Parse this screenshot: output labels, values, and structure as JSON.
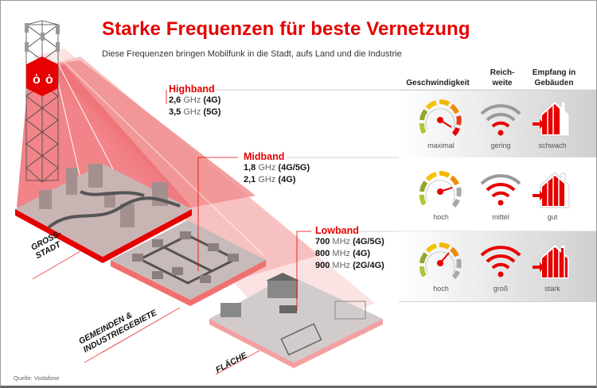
{
  "header": {
    "title": "Starke Frequenzen für beste Vernetzung",
    "subtitle": "Diese Frequenzen bringen Mobilfunk in die Stadt, aufs Land und die Industrie"
  },
  "columns": {
    "speed": "Geschwindigkeit",
    "range_1": "Reich-",
    "range_2": "weite",
    "indoor_1": "Empfang in",
    "indoor_2": "Gebäuden"
  },
  "bands": [
    {
      "name": "Highband",
      "frequencies": [
        {
          "value": "2,6",
          "unit": "GHz",
          "gen": "(4G)"
        },
        {
          "value": "3,5",
          "unit": "GHz",
          "gen": "(5G)"
        }
      ],
      "speed": "maximal",
      "range": "gering",
      "indoor": "schwach"
    },
    {
      "name": "Midband",
      "frequencies": [
        {
          "value": "1,8",
          "unit": "GHz",
          "gen": "(4G/5G)"
        },
        {
          "value": "2,1",
          "unit": "GHz",
          "gen": "(4G)"
        }
      ],
      "speed": "hoch",
      "range": "mittel",
      "indoor": "gut"
    },
    {
      "name": "Lowband",
      "frequencies": [
        {
          "value": "700",
          "unit": "MHz",
          "gen": "(4G/5G)"
        },
        {
          "value": "800",
          "unit": "MHz",
          "gen": "(4G)"
        },
        {
          "value": "900",
          "unit": "MHz",
          "gen": "(2G/4G)"
        }
      ],
      "speed": "hoch",
      "range": "groß",
      "indoor": "stark"
    }
  ],
  "areas": {
    "city_1": "GROSS-",
    "city_2": "STADT",
    "town_1": "GEMEINDEN &",
    "town_2": "INDUSTRIEGEBIETE",
    "rural": "FLÄCHE"
  },
  "source": "Quelle: Vodafone",
  "colors": {
    "brand_red": "#e60000",
    "beam_light": "#f6c6c6",
    "beam_mid": "#ee8f8f",
    "ground_gray": "#b9b1b1"
  },
  "icons": [
    "cell-tower-icon",
    "speedometer-icon",
    "wifi-signal-icon",
    "house-signal-icon"
  ]
}
